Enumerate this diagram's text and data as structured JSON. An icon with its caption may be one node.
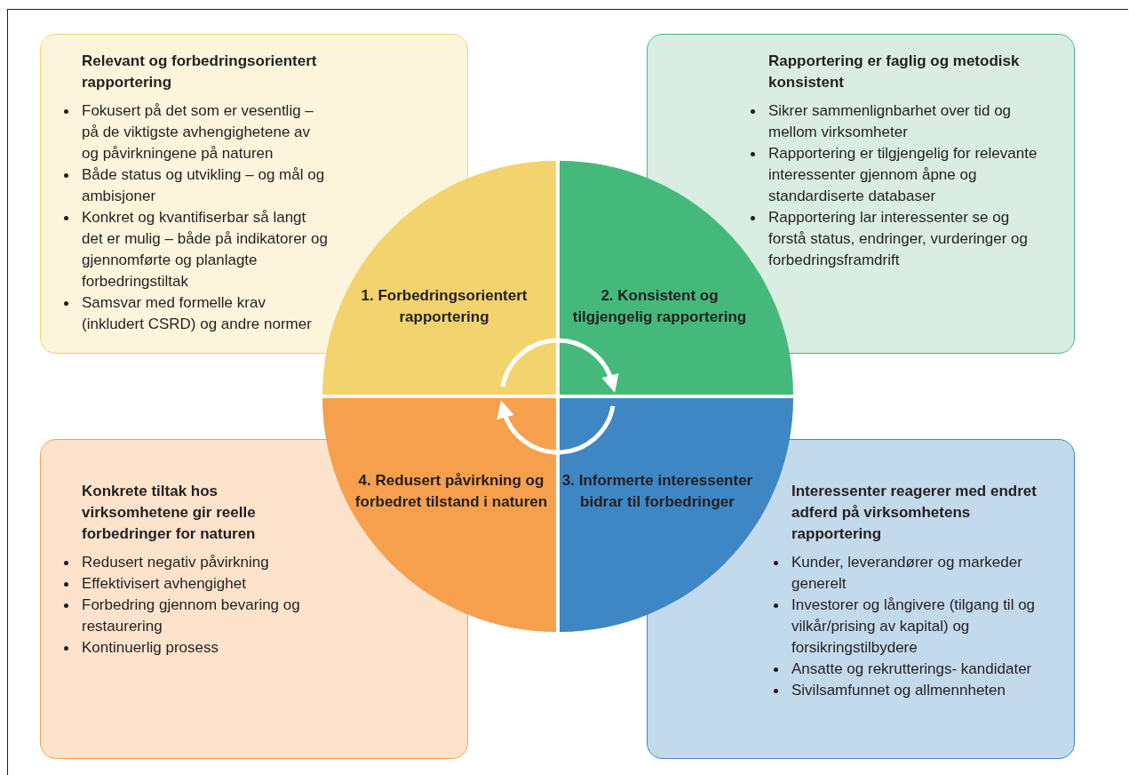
{
  "diagram": {
    "nodes": [
      {
        "text": [
          "Relevant og forbedringsorientert rapportering",
          "Fokusert på det som er vesentlig – på de viktigste avhengighetene av og påvirkningene på naturen",
          "Både status og utvikling – og mål og ambisjoner",
          "Konkret og kvantifiserbar så langt det er mulig – både på indikatorer og gjennomførte og planlagte forbedringstiltak",
          "Samsvar med formelle krav (inkludert CSRD) og andre normer"
        ]
      },
      {
        "text": [
          "Rapportering er faglig og metodisk konsistent",
          "Sikrer sammenlignbarhet over tid og mellom virksomheter",
          "Rapportering er tilgjengelig for relevante interessenter gjennom åpne og standardiserte databaser",
          "Rapportering lar interessenter se og forstå status, endringer, vurderinger og forbedringsframdrift"
        ]
      },
      {
        "text": [
          "1. Forbedringsorientert rapportering"
        ]
      },
      {
        "text": [
          "2. Konsistent og tilgjengelig rapportering"
        ]
      },
      {
        "text": [
          "3. Informerte interessenter bidrar til forbedringer"
        ]
      },
      {
        "text": [
          "4. Redusert påvirkning og forbedret tilstand i naturen"
        ]
      },
      {
        "text": [
          "Konkrete tiltak hos virksomhetene gir reelle forbedringer for naturen",
          "Redusert negativ påvirkning",
          "Effektivisert avhengighet",
          "Forbedring gjennom bevaring og restaurering",
          "Kontinuerlig prosess"
        ]
      },
      {
        "text": [
          "Interessenter reagerer med endret adferd på virksomhetens rapportering",
          "Kunder, leverandører og markeder generelt",
          "Investorer og långivere (tilgang til og vilkår/prising av kapital) og forsikringstilbydere",
          "Ansatte og rekrutterings- kandidater",
          "Sivilsamfunnet og allmennheten"
        ]
      }
    ],
    "edges": [
      {
        "from": 2,
        "to": 3,
        "arrow": "to"
      },
      {
        "from": 4,
        "to": 5,
        "arrow": "to"
      }
    ]
  }
}
